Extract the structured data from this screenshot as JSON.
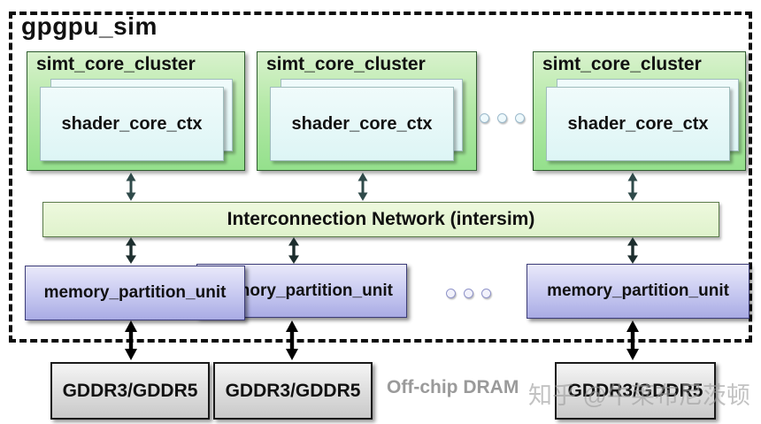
{
  "app": {
    "title": "gpgpu_sim"
  },
  "clusters": [
    {
      "label": "simt_core_cluster",
      "core_label": "shader_core_ctx"
    },
    {
      "label": "simt_core_cluster",
      "core_label": "shader_core_ctx"
    },
    {
      "label": "simt_core_cluster",
      "core_label": "shader_core_ctx"
    }
  ],
  "interconnect": {
    "label": "Interconnection Network (intersim)"
  },
  "memory_units": [
    {
      "label": "memory_partition_unit"
    },
    {
      "label": "memory_partition_unit"
    },
    {
      "label": "memory_partition_unit"
    }
  ],
  "dram_chips": [
    {
      "label": "GDDR3/GDDR5"
    },
    {
      "label": "GDDR3/GDDR5"
    },
    {
      "label": "GDDR3/GDDR5"
    }
  ],
  "offchip_label": "Off-chip DRAM",
  "watermark": "知乎 @牛莱布尼茨顿",
  "colors": {
    "cluster_green_top": "#d9f2cd",
    "cluster_green_bottom": "#94e08c",
    "core_cyan": "#e3f7f7",
    "interconnect_green": "#e9f8d9",
    "memory_purple_top": "#e9e9fa",
    "memory_purple_bottom": "#a9abe4",
    "dram_gray_top": "#f5f5f5",
    "dram_gray_bottom": "#c9c9c9",
    "arrow_dark": "#2f4a4a",
    "arrow_black": "#000000"
  }
}
